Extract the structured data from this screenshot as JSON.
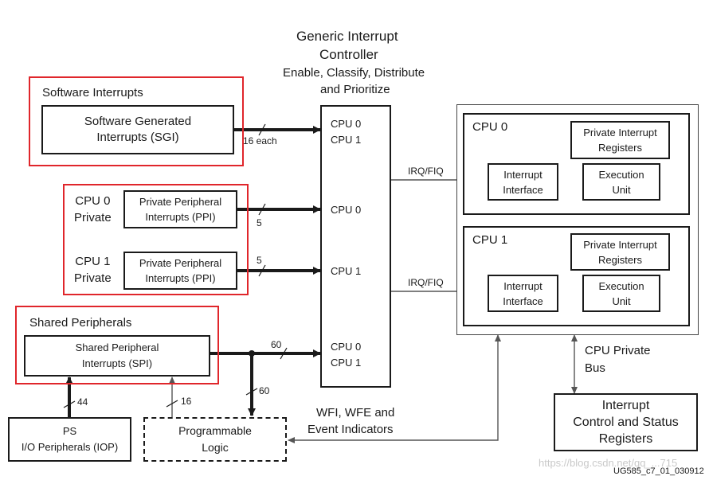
{
  "gic": {
    "title_line1": "Generic Interrupt",
    "title_line2": "Controller",
    "subtitle_line1": "Enable, Classify, Distribute",
    "subtitle_line2": "and Prioritize",
    "inputs": [
      {
        "cpu_a": "CPU 0",
        "cpu_b": "CPU 1"
      },
      {
        "cpu": "CPU 0"
      },
      {
        "cpu": "CPU 1"
      },
      {
        "cpu_a": "CPU 0",
        "cpu_b": "CPU 1"
      }
    ]
  },
  "software_interrupts": {
    "group_label": "Software Interrupts",
    "box_line1": "Software Generated",
    "box_line2": "Interrupts (SGI)",
    "bus_width": "16 each"
  },
  "ppi": {
    "cpu0_label_line1": "CPU 0",
    "cpu0_label_line2": "Private",
    "cpu1_label_line1": "CPU 1",
    "cpu1_label_line2": "Private",
    "box_line1": "Private Peripheral",
    "box_line2": "Interrupts (PPI)",
    "bus_width_0": "5",
    "bus_width_1": "5"
  },
  "shared": {
    "group_label": "Shared Peripherals",
    "box_line1": "Shared Peripheral",
    "box_line2": "Interrupts (SPI)",
    "bus_width_gic": "60",
    "bus_width_pl": "60",
    "bus_width_ps": "44",
    "bus_width_pl_up": "16"
  },
  "ps_box": {
    "line1": "PS",
    "line2": "I/O Peripherals (IOP)"
  },
  "pl_box": {
    "line1": "Programmable",
    "line2": "Logic"
  },
  "wfi_label": {
    "line1": "WFI, WFE and",
    "line2": "Event Indicators"
  },
  "irq_label_0": "IRQ/FIQ",
  "irq_label_1": "IRQ/FIQ",
  "cpus": [
    {
      "title": "CPU 0",
      "pir_line1": "Private Interrupt",
      "pir_line2": "Registers",
      "ii_line1": "Interrupt",
      "ii_line2": "Interface",
      "eu_line1": "Execution",
      "eu_line2": "Unit"
    },
    {
      "title": "CPU 1",
      "pir_line1": "Private Interrupt",
      "pir_line2": "Registers",
      "ii_line1": "Interrupt",
      "ii_line2": "Interface",
      "eu_line1": "Execution",
      "eu_line2": "Unit"
    }
  ],
  "cpu_private_bus": {
    "line1": "CPU Private",
    "line2": "Bus"
  },
  "icsr": {
    "line1": "Interrupt",
    "line2": "Control and Status",
    "line3": "Registers"
  },
  "figure_id": "UG585_c7_01_030912",
  "watermark": "https://blog.csdn.net/qq_...715"
}
